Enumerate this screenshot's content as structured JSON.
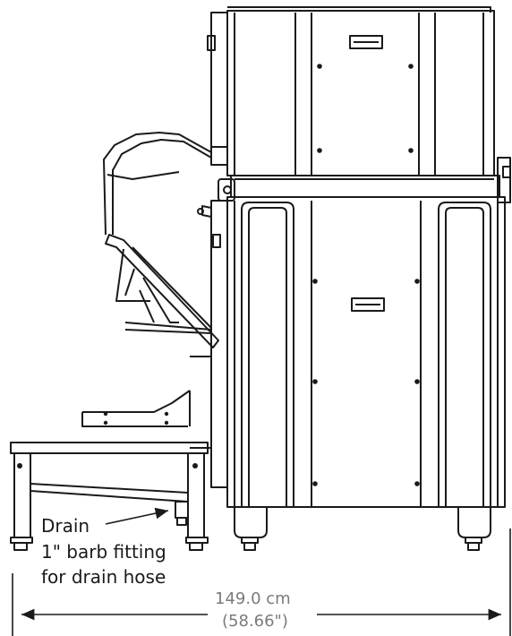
{
  "labels": {
    "drain": "Drain",
    "fitting_line1": "1\" barb fitting",
    "fitting_line2": "for drain hose"
  },
  "dimension": {
    "metric": "149.0 cm",
    "imperial": "(58.66\")"
  },
  "colors": {
    "stroke": "#1a1a1a",
    "dimension_text": "#7a7a7a",
    "background": "#ffffff"
  }
}
